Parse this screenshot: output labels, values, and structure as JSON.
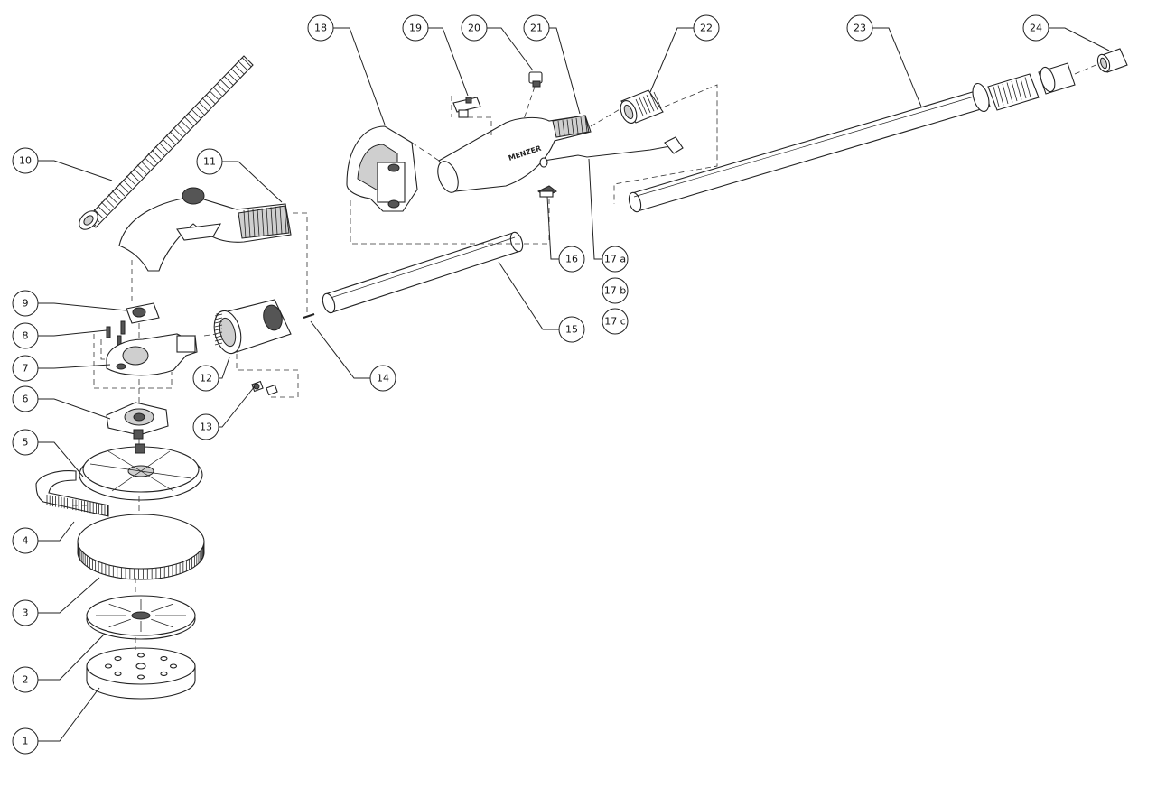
{
  "callouts": [
    {
      "label": "1"
    },
    {
      "label": "2"
    },
    {
      "label": "3"
    },
    {
      "label": "4"
    },
    {
      "label": "5"
    },
    {
      "label": "6"
    },
    {
      "label": "7"
    },
    {
      "label": "8"
    },
    {
      "label": "9"
    },
    {
      "label": "10"
    },
    {
      "label": "11"
    },
    {
      "label": "12"
    },
    {
      "label": "13"
    },
    {
      "label": "14"
    },
    {
      "label": "15"
    },
    {
      "label": "16"
    },
    {
      "label": "17 a"
    },
    {
      "label": "17 b"
    },
    {
      "label": "17 c"
    },
    {
      "label": "18"
    },
    {
      "label": "19"
    },
    {
      "label": "20"
    },
    {
      "label": "21"
    },
    {
      "label": "22"
    },
    {
      "label": "23"
    },
    {
      "label": "24"
    }
  ],
  "brand_text": "MENZER"
}
